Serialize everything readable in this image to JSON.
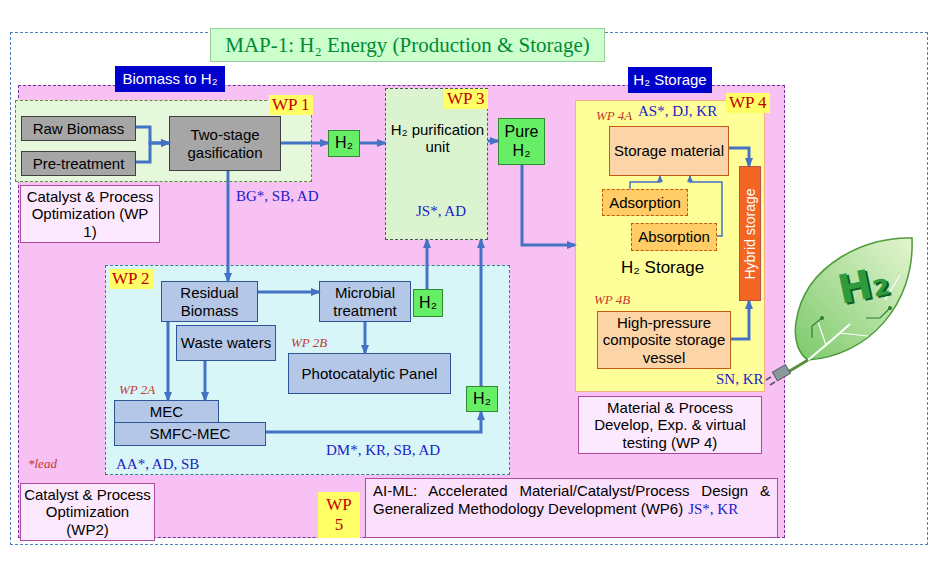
{
  "diagram": {
    "title": "MAP-1: H₂ Energy (Production & Storage)",
    "nodes": [
      {
        "text": [
          "Biomass to H₂"
        ]
      },
      {
        "text": [
          "H₂ Storage"
        ]
      },
      {
        "text": [
          "WP 1"
        ]
      },
      {
        "text": [
          "Raw Biomass"
        ],
        "in": 2
      },
      {
        "text": [
          "Pre-treatment"
        ],
        "in": 2
      },
      {
        "text": [
          "Two-stage gasification"
        ],
        "in": 2
      },
      {
        "text": [
          "H₂"
        ]
      },
      {
        "text": [
          "WP 3",
          "H₂ purification unit",
          "JS*, AD"
        ]
      },
      {
        "text": [
          "Pure H₂"
        ]
      },
      {
        "text": [
          "WP 4A",
          "AS*, DJ, KR",
          "WP 4",
          "H₂ Storage",
          "WP 4B",
          "SN, KR"
        ]
      },
      {
        "text": [
          "Storage material"
        ],
        "in": 9
      },
      {
        "text": [
          "Adsorption"
        ],
        "in": 9
      },
      {
        "text": [
          "Absorption"
        ],
        "in": 9
      },
      {
        "text": [
          "Hybrid storage"
        ],
        "in": 9
      },
      {
        "text": [
          "High-pressure composite storage vessel"
        ],
        "in": 9
      },
      {
        "text": [
          "Catalyst & Process Optimization (WP 1)"
        ]
      },
      {
        "text": [
          "WP 2",
          "WP 2B",
          "WP 2A",
          "DM*, KR, SB, AD",
          "AA*, AD, SB"
        ]
      },
      {
        "text": [
          "Residual Biomass"
        ],
        "in": 16
      },
      {
        "text": [
          "Microbial treatment"
        ],
        "in": 16
      },
      {
        "text": [
          "H₂"
        ],
        "in": 16
      },
      {
        "text": [
          "Waste waters"
        ],
        "in": 16
      },
      {
        "text": [
          "Photocatalytic Panel"
        ],
        "in": 16
      },
      {
        "text": [
          "MEC"
        ],
        "in": 16
      },
      {
        "text": [
          "H₂"
        ],
        "in": 16
      },
      {
        "text": [
          "SMFC-MEC"
        ],
        "in": 16
      },
      {
        "text": [
          "Material & Process Develop, Exp. & virtual testing (WP 4)"
        ]
      },
      {
        "text": [
          "Catalyst & Process Optimization (WP2)"
        ]
      },
      {
        "text": [
          "WP 5"
        ]
      },
      {
        "text": [
          "AI-ML: Accelerated Material/Catalyst/Process Design & Generalized Methodology Development (WP6)",
          "JS*, KR"
        ]
      }
    ],
    "edges": [
      {
        "from": 3,
        "to": 5,
        "arrow": "to"
      },
      {
        "from": 4,
        "to": 5,
        "arrow": "to"
      },
      {
        "from": 5,
        "to": 6,
        "arrow": "to"
      },
      {
        "from": 6,
        "to": 7,
        "arrow": "to"
      },
      {
        "from": 7,
        "to": 8,
        "arrow": "to"
      },
      {
        "from": 8,
        "to": 9,
        "arrow": "to"
      },
      {
        "from": 5,
        "to": 17,
        "arrow": "to"
      },
      {
        "from": 17,
        "to": 18,
        "arrow": "to"
      },
      {
        "from": 18,
        "to": 21,
        "arrow": "to"
      },
      {
        "from": 17,
        "to": 22,
        "arrow": "to"
      },
      {
        "from": 20,
        "to": 22,
        "arrow": "to"
      },
      {
        "from": 19,
        "to": 7,
        "arrow": "to"
      },
      {
        "from": 24,
        "to": 23,
        "arrow": "to"
      },
      {
        "from": 23,
        "to": 7,
        "arrow": "to"
      },
      {
        "from": 10,
        "to": 13,
        "arrow": "to"
      },
      {
        "from": 11,
        "to": 10,
        "arrow": "to"
      },
      {
        "from": 12,
        "to": 10,
        "arrow": "to"
      },
      {
        "from": 14,
        "to": 13,
        "arrow": "to"
      }
    ],
    "labels": [
      "BG*, SB, AD",
      "*lead",
      "H₂"
    ]
  }
}
